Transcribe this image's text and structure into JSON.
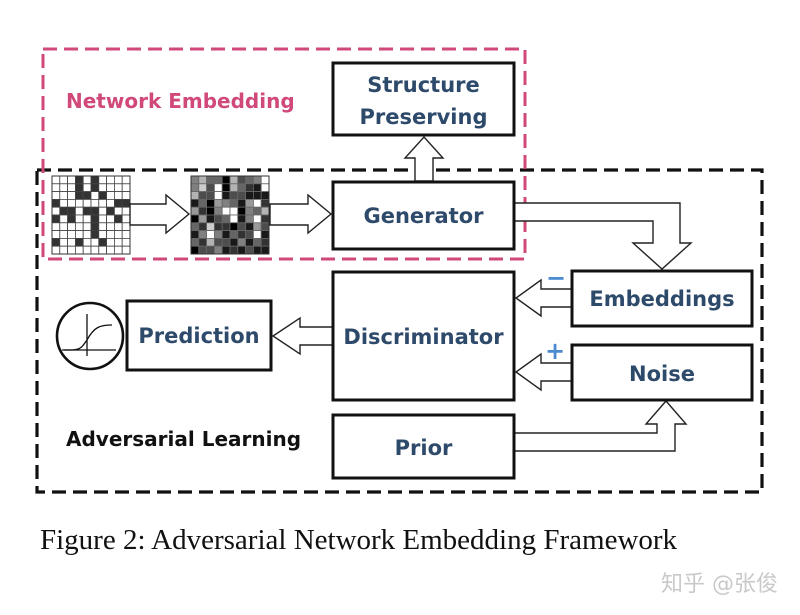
{
  "figure": {
    "caption": "Figure 2: Adversarial Network Embedding Framework",
    "watermark": "知乎 @张俊"
  },
  "regions": {
    "network_embedding": {
      "label": "Network Embedding",
      "color": "#d0497a"
    },
    "adversarial_learning": {
      "label": "Adversarial Learning",
      "color": "#111111"
    }
  },
  "boxes": {
    "structure_preserving": {
      "line1": "Structure",
      "line2": "Preserving"
    },
    "generator": "Generator",
    "embeddings": "Embeddings",
    "noise": "Noise",
    "discriminator": "Discriminator",
    "prior": "Prior",
    "prediction": "Prediction"
  },
  "signs": {
    "embeddings_to_discriminator": "−",
    "noise_to_discriminator": "+"
  },
  "colors": {
    "box_text": "#2e4a6b",
    "sign": "#4b8bd0",
    "pink_dash": "#d0497a",
    "black_dash": "#111111"
  },
  "icons": {
    "sigmoid": "sigmoid-curve-icon"
  },
  "matrices": {
    "adjacency_binary": [
      [
        0,
        0,
        0,
        1,
        0,
        1,
        0,
        0,
        0,
        0
      ],
      [
        0,
        0,
        0,
        1,
        0,
        1,
        0,
        0,
        0,
        0
      ],
      [
        0,
        0,
        0,
        1,
        1,
        0,
        1,
        0,
        0,
        0
      ],
      [
        1,
        0,
        0,
        0,
        0,
        0,
        0,
        0,
        1,
        1
      ],
      [
        0,
        1,
        1,
        0,
        1,
        1,
        0,
        1,
        0,
        0
      ],
      [
        1,
        0,
        1,
        0,
        0,
        1,
        0,
        0,
        1,
        0
      ],
      [
        0,
        0,
        0,
        0,
        0,
        1,
        0,
        0,
        0,
        0
      ],
      [
        0,
        0,
        0,
        0,
        0,
        1,
        0,
        0,
        0,
        0
      ],
      [
        1,
        0,
        0,
        1,
        0,
        0,
        1,
        0,
        0,
        0
      ],
      [
        0,
        0,
        0,
        0,
        0,
        0,
        0,
        0,
        0,
        0
      ]
    ],
    "adjacency_weighted": [
      [
        0.5,
        0.3,
        0.6,
        0.6,
        1.0,
        0.3,
        0.7,
        0.6,
        0.5,
        0.0
      ],
      [
        0.5,
        0.2,
        0.7,
        0.0,
        1.0,
        0.3,
        0.6,
        0.8,
        0.9,
        0.0
      ],
      [
        0.3,
        0.7,
        0.7,
        0.0,
        0.9,
        0.7,
        0.7,
        0.9,
        0.9,
        0.9
      ],
      [
        0.9,
        0.6,
        1.0,
        0.4,
        0.5,
        0.6,
        0.9,
        0.4,
        0.0,
        0.8
      ],
      [
        0.4,
        0.8,
        1.0,
        0.5,
        0.0,
        0.0,
        1.0,
        0.5,
        0.6,
        0.3
      ],
      [
        1.0,
        0.4,
        0.9,
        0.7,
        0.6,
        0.0,
        0.9,
        0.5,
        0.0,
        0.8
      ],
      [
        0.6,
        0.8,
        0.2,
        0.8,
        0.8,
        1.0,
        0.7,
        0.9,
        0.4,
        0.7
      ],
      [
        0.9,
        0.5,
        0.0,
        0.5,
        0.9,
        0.6,
        0.8,
        0.7,
        0.0,
        0.9
      ],
      [
        0.6,
        0.8,
        0.3,
        0.7,
        0.7,
        0.9,
        0.5,
        0.9,
        0.6,
        0.8
      ],
      [
        1.0,
        0.7,
        0.7,
        0.5,
        0.9,
        0.8,
        0.9,
        0.7,
        0.9,
        0.9
      ]
    ]
  }
}
